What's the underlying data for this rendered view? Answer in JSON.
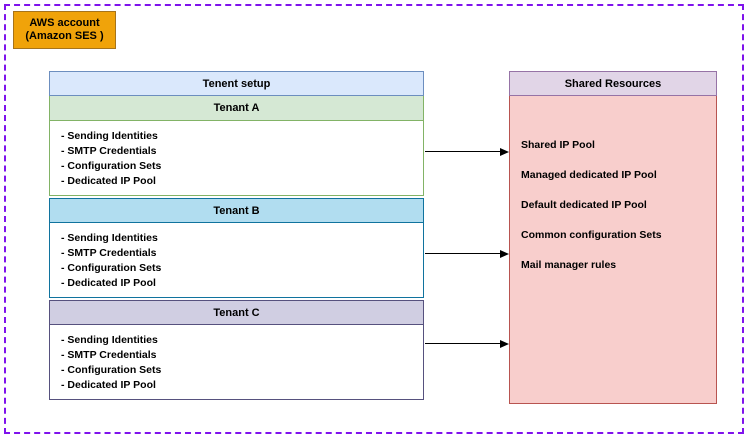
{
  "account": {
    "title_line1": "AWS account",
    "title_line2": "(Amazon SES )",
    "box_color": "#f0a30a",
    "boundary_color": "#7f13ec"
  },
  "tenant_setup": {
    "header": "Tenent setup",
    "header_color": "#dae8fc",
    "tenants": [
      {
        "name": "Tenant A",
        "header_color": "#d5e8d4",
        "border_color": "#82b366",
        "items": [
          "- Sending Identities",
          "- SMTP Credentials",
          "- Configuration Sets",
          "- Dedicated IP Pool"
        ]
      },
      {
        "name": "Tenant B",
        "header_color": "#b1ddf0",
        "border_color": "#10739e",
        "items": [
          "- Sending Identities",
          "- SMTP Credentials",
          "- Configuration Sets",
          "- Dedicated IP Pool"
        ]
      },
      {
        "name": "Tenant C",
        "header_color": "#d0cee2",
        "border_color": "#56517e",
        "items": [
          "- Sending Identities",
          "- SMTP Credentials",
          "- Configuration Sets",
          "- Dedicated IP Pool"
        ]
      }
    ]
  },
  "shared_resources": {
    "header": "Shared Resources",
    "header_color": "#e1d5e7",
    "body_color": "#f8cecc",
    "border_color": "#b85450",
    "items": [
      "Shared IP Pool",
      "Managed dedicated IP Pool",
      "Default dedicated IP Pool",
      "Common configuration Sets",
      "Mail manager rules"
    ]
  },
  "connectors": [
    {
      "from": "Tenant A",
      "to": "Shared Resources"
    },
    {
      "from": "Tenant B",
      "to": "Shared Resources"
    },
    {
      "from": "Tenant C",
      "to": "Shared Resources"
    }
  ]
}
